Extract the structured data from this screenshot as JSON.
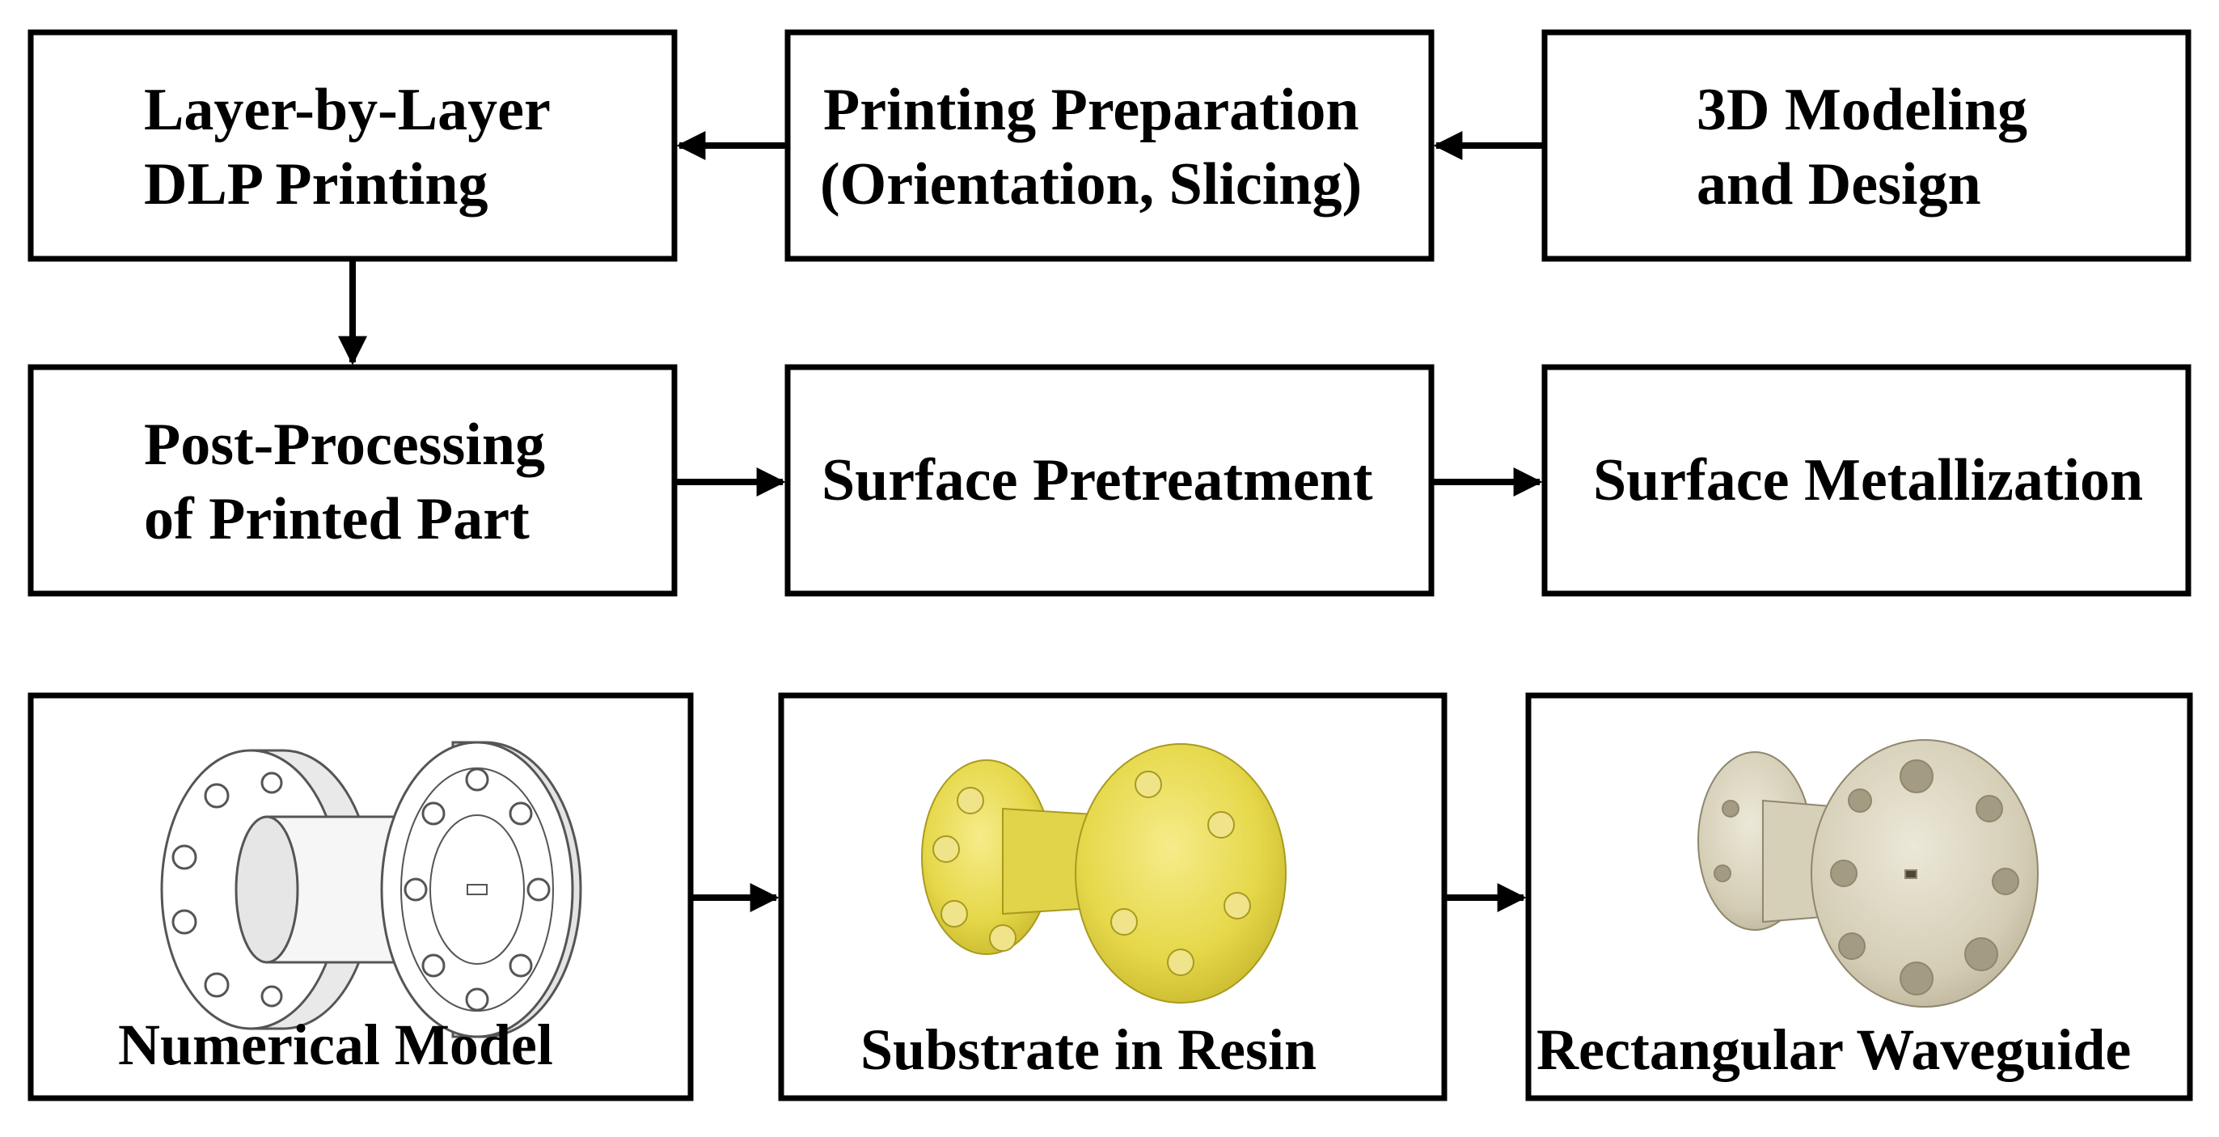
{
  "flow": {
    "modeling": {
      "line1": "3D Modeling",
      "line2": "and Design"
    },
    "preparation": {
      "line1": "Printing Preparation",
      "line2": "(Orientation, Slicing)"
    },
    "printing": {
      "line1": "Layer-by-Layer",
      "line2": "DLP Printing"
    },
    "post_processing": {
      "line1": "Post-Processing",
      "line2": "of Printed Part"
    },
    "pretreatment": {
      "line1": "Surface Pretreatment"
    },
    "metallization": {
      "line1": "Surface Metallization"
    }
  },
  "panels": {
    "model": {
      "caption": "Numerical Model"
    },
    "resin": {
      "caption": "Substrate in Resin"
    },
    "waveguide": {
      "caption": "Rectangular Waveguide"
    }
  },
  "colors": {
    "stroke": "#000000",
    "resin": "#e6d84a",
    "metal": "#d8d2bb"
  }
}
